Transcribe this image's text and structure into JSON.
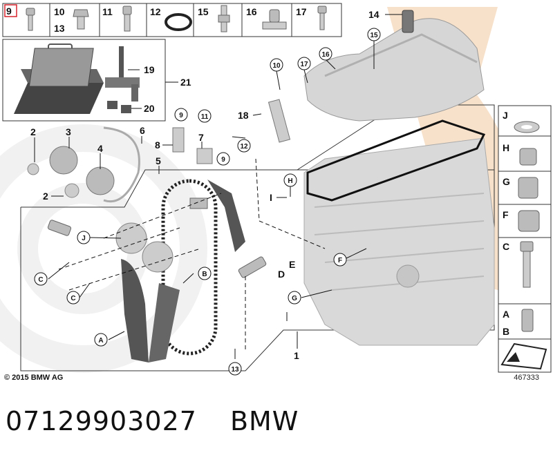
{
  "top_strip": {
    "items": [
      {
        "label": "9",
        "sublabel": "",
        "icon": "bolt-icon",
        "highlighted": true
      },
      {
        "label": "10",
        "sublabel": "13",
        "icon": "hex-bolt-icon",
        "highlighted": false
      },
      {
        "label": "11",
        "sublabel": "",
        "icon": "screw-icon",
        "highlighted": false
      },
      {
        "label": "12",
        "sublabel": "",
        "icon": "o-ring-icon",
        "highlighted": false
      },
      {
        "label": "15",
        "sublabel": "",
        "icon": "sensor-icon",
        "highlighted": false
      },
      {
        "label": "16",
        "sublabel": "",
        "icon": "cap-nut-icon",
        "highlighted": false
      },
      {
        "label": "17",
        "sublabel": "",
        "icon": "stud-icon",
        "highlighted": false
      }
    ]
  },
  "tool_box": {
    "labels": [
      "19",
      "21",
      "20"
    ]
  },
  "right_column": {
    "items": [
      {
        "label": "J",
        "icon": "washer-icon"
      },
      {
        "label": "H",
        "icon": "sleeve-icon"
      },
      {
        "label": "G",
        "icon": "plug-icon"
      },
      {
        "label": "F",
        "icon": "screw-plug-icon"
      },
      {
        "label": "C",
        "icon": "long-bolt-icon"
      },
      {
        "label": "A",
        "label2": "B",
        "icon": "pin-icon"
      },
      {
        "label": "",
        "icon": "arrow-icon"
      }
    ]
  },
  "callouts": {
    "num_plain": [
      "14",
      "19",
      "21",
      "20",
      "2",
      "3",
      "6",
      "4",
      "8",
      "7",
      "5",
      "2",
      "18",
      "1"
    ],
    "num_circled": [
      "15",
      "16",
      "10",
      "17",
      "9",
      "11",
      "12",
      "9",
      "13"
    ],
    "letters_circled": [
      "H",
      "J",
      "C",
      "C",
      "B",
      "A",
      "F",
      "G"
    ],
    "letters_plain": [
      "I",
      "D",
      "E"
    ]
  },
  "copyright": "© 2015 BMW AG",
  "image_number": "467333",
  "part_number": "07129903027",
  "brand": "BMW",
  "colors": {
    "watermark": "#f2c9a0",
    "highlight": "#d9232d",
    "line": "#111111",
    "part_gray": "#cfcfcf"
  }
}
